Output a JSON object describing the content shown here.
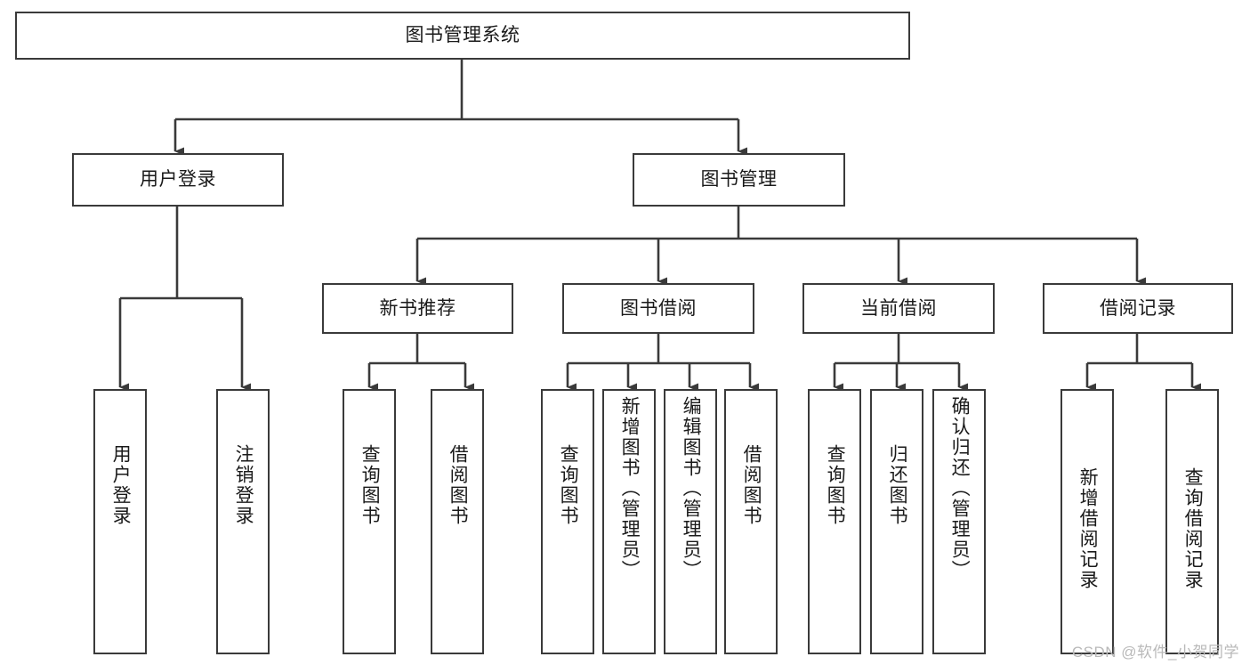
{
  "diagram": {
    "title": "图书管理系统",
    "type": "tree-hierarchy-diagram",
    "root": {
      "label": "图书管理系统"
    },
    "level2": [
      {
        "label": "用户登录"
      },
      {
        "label": "图书管理"
      }
    ],
    "level3": [
      {
        "label": "新书推荐"
      },
      {
        "label": "图书借阅"
      },
      {
        "label": "当前借阅"
      },
      {
        "label": "借阅记录"
      }
    ],
    "leaves": {
      "user_login": [
        {
          "label": "用户登录"
        },
        {
          "label": "注销登录"
        }
      ],
      "new_book_recommend": [
        {
          "label": "查询图书"
        },
        {
          "label": "借阅图书"
        }
      ],
      "book_borrow": [
        {
          "label": "查询图书"
        },
        {
          "label": "新增图书（管理员）"
        },
        {
          "label": "编辑图书（管理员）"
        },
        {
          "label": "借阅图书"
        }
      ],
      "current_borrow": [
        {
          "label": "查询图书"
        },
        {
          "label": "归还图书"
        },
        {
          "label": "确认归还（管理员）"
        }
      ],
      "borrow_record": [
        {
          "label": "新增借阅记录"
        },
        {
          "label": "查询借阅记录"
        }
      ]
    }
  },
  "watermark": {
    "text": "CSDN @软件_小贺同学"
  },
  "colors": {
    "border": "#3a3a3a",
    "background": "#ffffff",
    "text": "#1a1a1a",
    "watermark": "#b9b9b9"
  }
}
